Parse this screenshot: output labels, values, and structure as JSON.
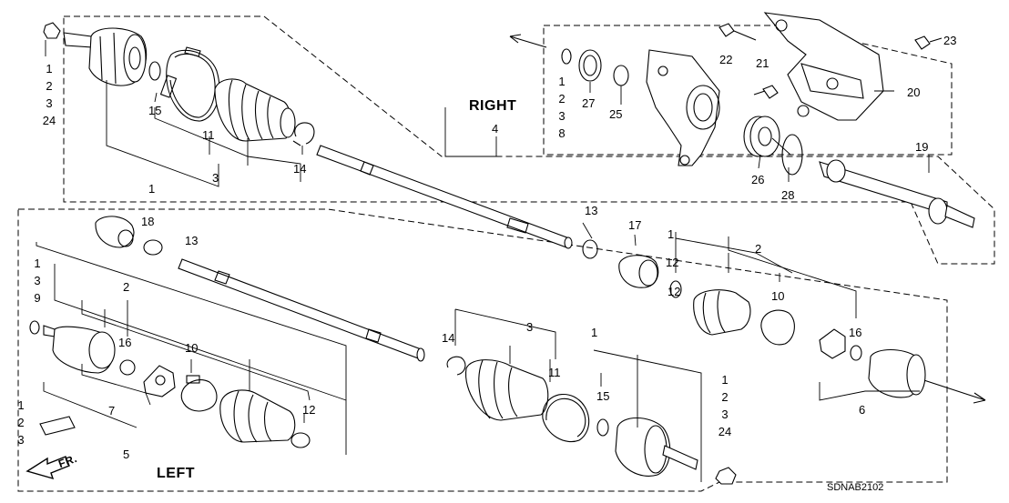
{
  "diagram": {
    "diagram_code": "SDNAB2102",
    "side_right": "RIGHT",
    "side_left": "LEFT",
    "front_arrow": "FR.",
    "callouts": {
      "c1": "1",
      "c3": "3",
      "c4": "4",
      "c5": "5",
      "c6": "6",
      "c7": "7",
      "c10": "10",
      "c10b": "10",
      "c11": "11",
      "c11b": "11",
      "c12": "12",
      "c12b": "12",
      "c12c": "12",
      "c13": "13",
      "c13b": "13",
      "c14": "14",
      "c14b": "14",
      "c15": "15",
      "c15b": "15",
      "c16": "16",
      "c16b": "16",
      "c17": "17",
      "c18": "18",
      "c19": "19",
      "c20": "20",
      "c21": "21",
      "c22": "22",
      "c23": "23",
      "c25": "25",
      "c26": "26",
      "c27": "27",
      "c28": "28",
      "c1b": "1",
      "c1c": "1",
      "c2": "2",
      "c2b": "2",
      "c3b": "3"
    },
    "stacks": {
      "s_topleft": [
        "1",
        "2",
        "3",
        "24"
      ],
      "s_bearing": [
        "1",
        "2",
        "3",
        "8"
      ],
      "s_left9": [
        "1",
        "3",
        "9"
      ],
      "s_bottomleft": [
        "1",
        "2",
        "3"
      ],
      "s_bottomnut": [
        "1",
        "2",
        "3",
        "24"
      ]
    }
  }
}
